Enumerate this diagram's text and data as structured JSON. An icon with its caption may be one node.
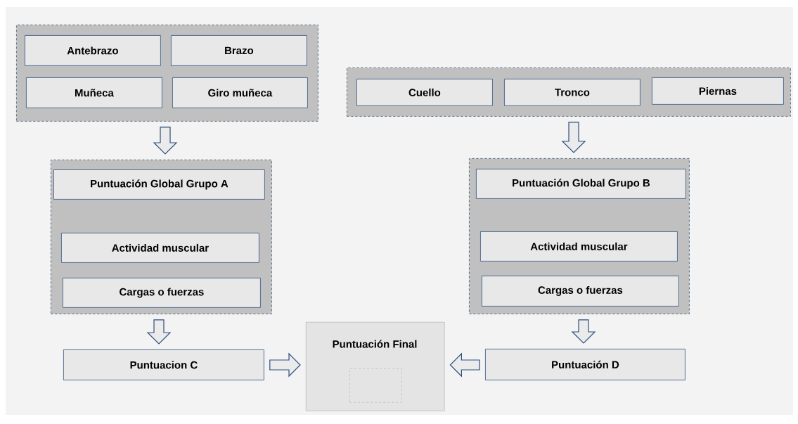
{
  "diagram": {
    "nodes": [
      {
        "text": [],
        "shape": "box"
      },
      {
        "text": [
          "Antebrazo"
        ],
        "in": 0
      },
      {
        "text": [
          "Brazo"
        ],
        "in": 0
      },
      {
        "text": [
          "Muñeca"
        ],
        "in": 0
      },
      {
        "text": [
          "Giro muñeca"
        ],
        "in": 0
      },
      {
        "text": [],
        "shape": "box"
      },
      {
        "text": [
          "Cuello"
        ],
        "in": 5
      },
      {
        "text": [
          "Tronco"
        ],
        "in": 5
      },
      {
        "text": [
          "Piernas"
        ],
        "in": 5
      },
      {
        "text": [],
        "shape": "box"
      },
      {
        "text": [
          "Puntuación Global Grupo A"
        ],
        "in": 9
      },
      {
        "text": [
          "Actividad muscular"
        ],
        "in": 9
      },
      {
        "text": [
          "Cargas o fuerzas"
        ],
        "in": 9
      },
      {
        "text": [],
        "shape": "box"
      },
      {
        "text": [
          "Puntuación Global Grupo B"
        ],
        "in": 13
      },
      {
        "text": [
          "Actividad muscular"
        ],
        "in": 13
      },
      {
        "text": [
          "Cargas o fuerzas"
        ],
        "in": 13
      },
      {
        "text": [
          "Puntuacion C"
        ]
      },
      {
        "text": [
          "Puntuación Final"
        ]
      },
      {
        "text": [],
        "shape": "box",
        "in": 18
      },
      {
        "text": [
          "Puntuación D"
        ]
      }
    ],
    "edges": [
      {
        "from": 0,
        "to": 9,
        "arrow": "to"
      },
      {
        "from": 5,
        "to": 13,
        "arrow": "to"
      },
      {
        "from": 9,
        "to": 17,
        "arrow": "to"
      },
      {
        "from": 13,
        "to": 20,
        "arrow": "to"
      },
      {
        "from": 17,
        "to": 18,
        "arrow": "to"
      },
      {
        "from": 20,
        "to": 18,
        "arrow": "to"
      }
    ]
  }
}
